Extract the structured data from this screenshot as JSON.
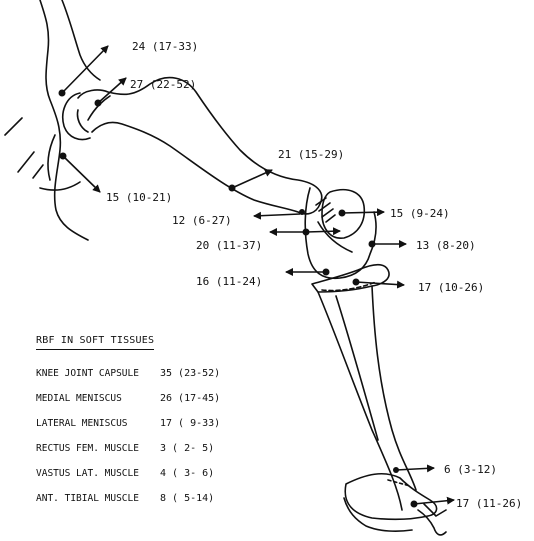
{
  "labels": [
    "24 (17-33)",
    "27 (22-52)",
    "15 (10-21)",
    "21 (15-29)",
    "15 (9-24)",
    "12 (6-27)",
    "20 (11-37)",
    "13 (8-20)",
    "16 (11-24)",
    "17 (10-26)",
    "6 (3-12)",
    "17 (11-26)"
  ],
  "legend": {
    "title": "RBF IN SOFT TISSUES",
    "rows": [
      {
        "name": "KNEE JOINT CAPSULE",
        "value": "35 (23-52)"
      },
      {
        "name": "MEDIAL MENISCUS",
        "value": "26 (17-45)"
      },
      {
        "name": "LATERAL MENISCUS",
        "value": "17 ( 9-33)"
      },
      {
        "name": "RECTUS FEM. MUSCLE",
        "value": "3 ( 2- 5)"
      },
      {
        "name": "VASTUS LAT. MUSCLE",
        "value": "4 ( 3- 6)"
      },
      {
        "name": "ANT. TIBIAL MUSCLE",
        "value": "8 ( 5-14)"
      }
    ]
  }
}
